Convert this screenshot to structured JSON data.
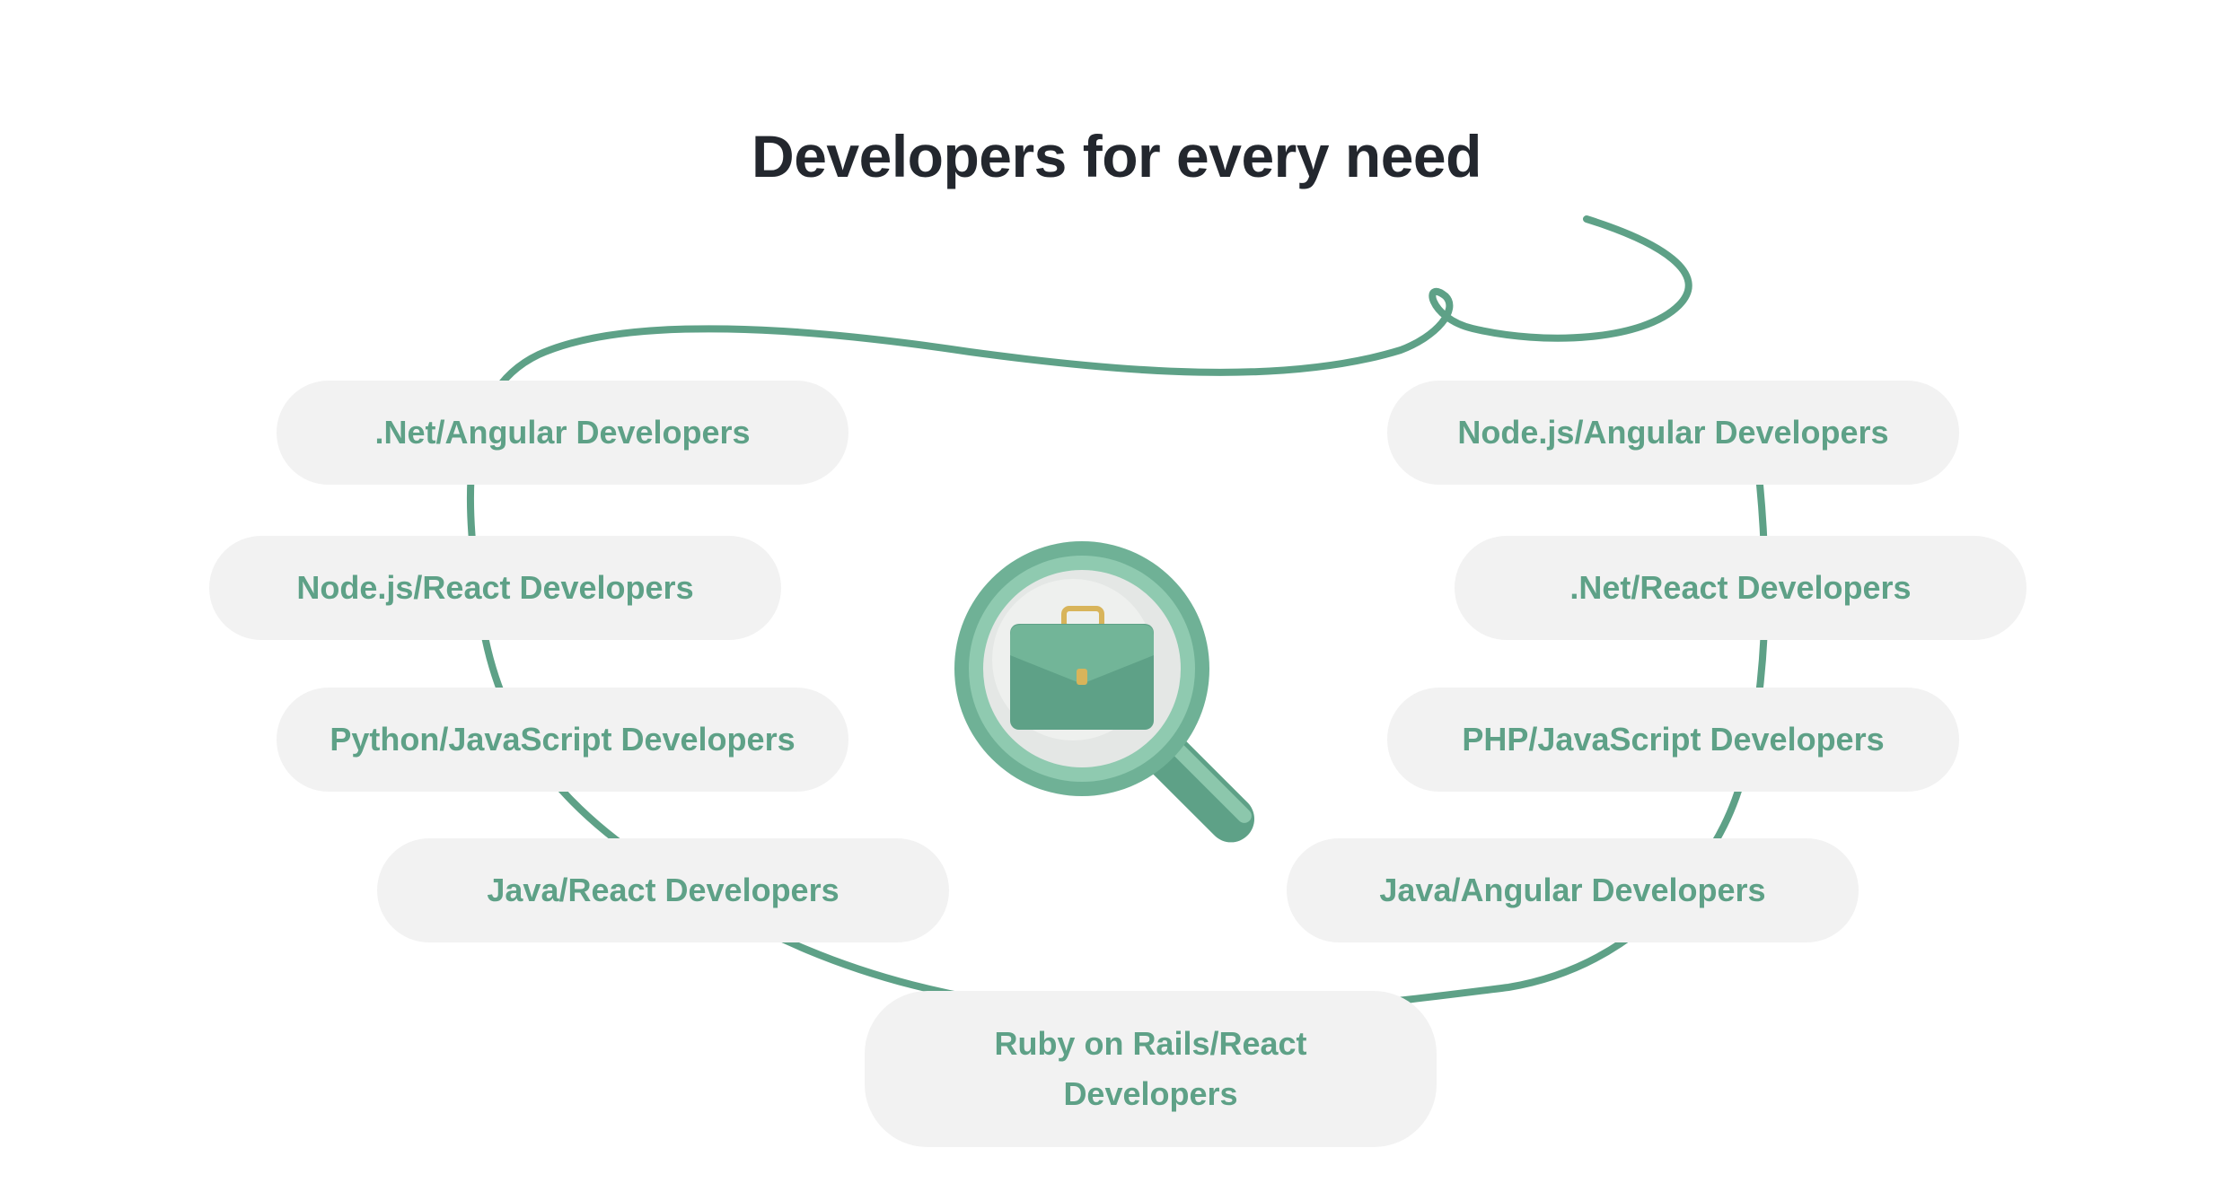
{
  "page": {
    "title": "Developers for every need"
  },
  "categories": [
    {
      "label": ".Net/Angular Developers"
    },
    {
      "label": "Node.js/React Developers"
    },
    {
      "label": "Python/JavaScript Developers"
    },
    {
      "label": "Java/React Developers"
    },
    {
      "label": "Node.js/Angular Developers"
    },
    {
      "label": ".Net/React Developers"
    },
    {
      "label": "PHP/JavaScript Developers"
    },
    {
      "label": "Java/Angular Developers"
    },
    {
      "label": "Ruby on Rails/React Developers"
    }
  ],
  "illustration": {
    "icon": "magnifier-briefcase-icon"
  },
  "colors": {
    "accent": "#5ea187",
    "pill_background": "#f2f2f2",
    "title": "#23272e"
  }
}
